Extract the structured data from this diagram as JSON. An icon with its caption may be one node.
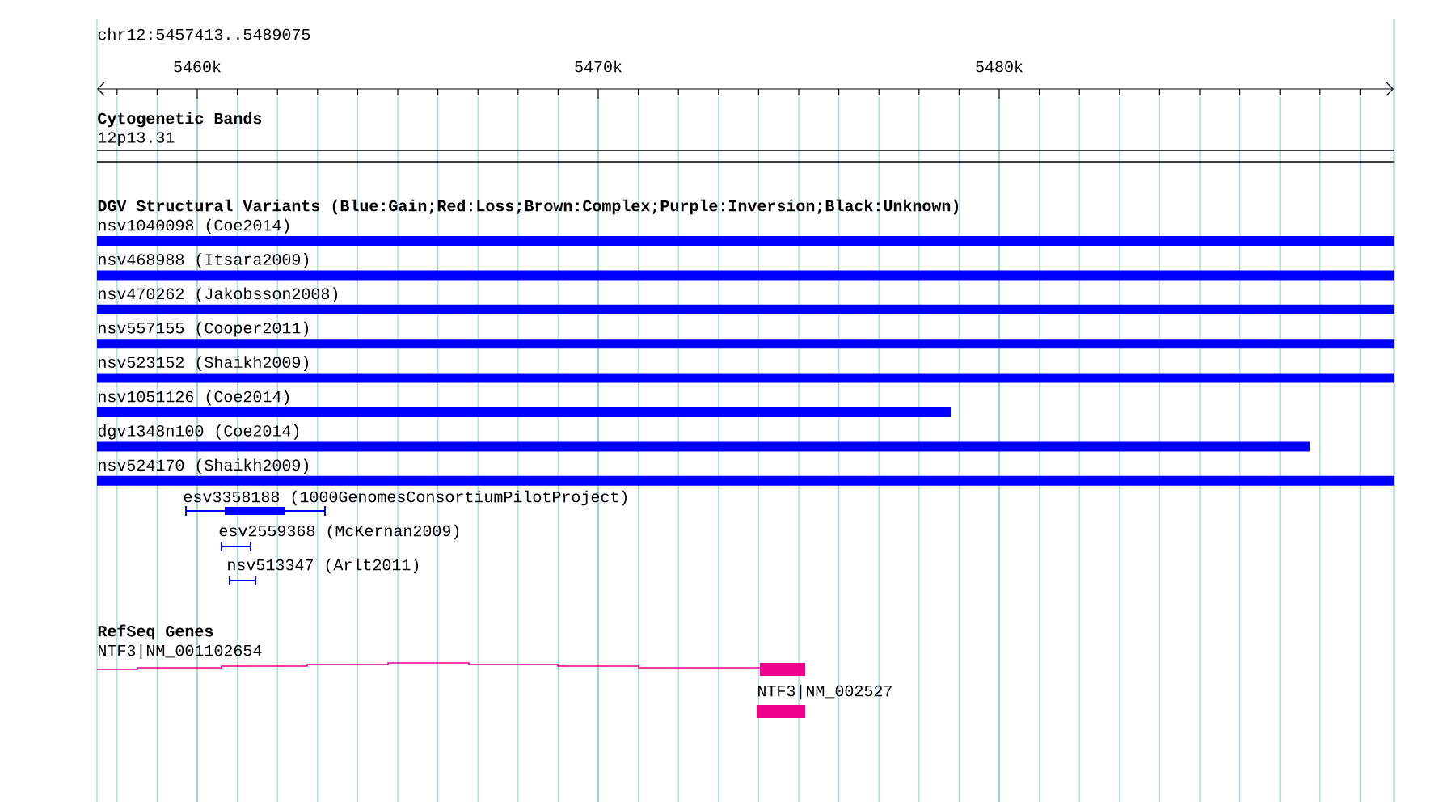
{
  "diagram": {
    "labels": [
      "chr12:5457413..5489075",
      "5460k",
      "5470k",
      "5480k",
      "Cytogenetic Bands",
      "12p13.31",
      "DGV Structural Variants (Blue:Gain;Red:Loss;Brown:Complex;Purple:Inversion;Black:Unknown)",
      "nsv1040098 (Coe2014)",
      "nsv468988 (Itsara2009)",
      "nsv470262 (Jakobsson2008)",
      "nsv557155 (Cooper2011)",
      "nsv523152 (Shaikh2009)",
      "nsv1051126 (Coe2014)",
      "dgv1348n100 (Coe2014)",
      "nsv524170 (Shaikh2009)",
      "esv3358188 (1000GenomesConsortiumPilotProject)",
      "esv2559368 (McKernan2009)",
      "nsv513347 (Arlt2011)",
      "RefSeq Genes",
      "NTF3|NM_001102654",
      "NTF3|NM_002527"
    ]
  }
}
